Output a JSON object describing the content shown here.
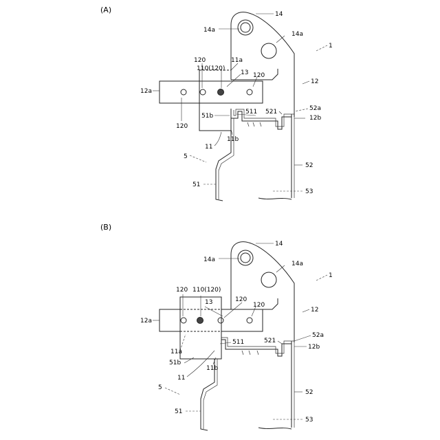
{
  "panels": [
    {
      "id": "A",
      "panel_label": "(A)",
      "labels": {
        "l14": "14",
        "l14a_left": "14a",
        "l14a_right": "14a",
        "l1": "1",
        "l120_a": "120",
        "l11a": "11a",
        "l110": "110(120)",
        "l13": "13",
        "l120_b": "120",
        "l12a": "12a",
        "l12": "12",
        "l51b": "51b",
        "l511": "511",
        "l521": "521",
        "l52a": "52a",
        "l12b": "12b",
        "l120_c": "120",
        "l11": "11",
        "l11b": "11b",
        "l5": "5",
        "l52": "52",
        "l51": "51",
        "l53": "53"
      }
    },
    {
      "id": "B",
      "panel_label": "(B)",
      "labels": {
        "l14": "14",
        "l14a_left": "14a",
        "l14a_right": "14a",
        "l1": "1",
        "l120_a": "120",
        "l110": "110(120)",
        "l120_b": "120",
        "l13": "13",
        "l120_c": "120",
        "l12": "12",
        "l12a": "12a",
        "l52a": "52a",
        "l11a": "11a",
        "l511": "511",
        "l521": "521",
        "l12b": "12b",
        "l51b": "51b",
        "l11": "11",
        "l11b": "11b",
        "l5": "5",
        "l52": "52",
        "l51": "51",
        "l53": "53"
      }
    }
  ]
}
